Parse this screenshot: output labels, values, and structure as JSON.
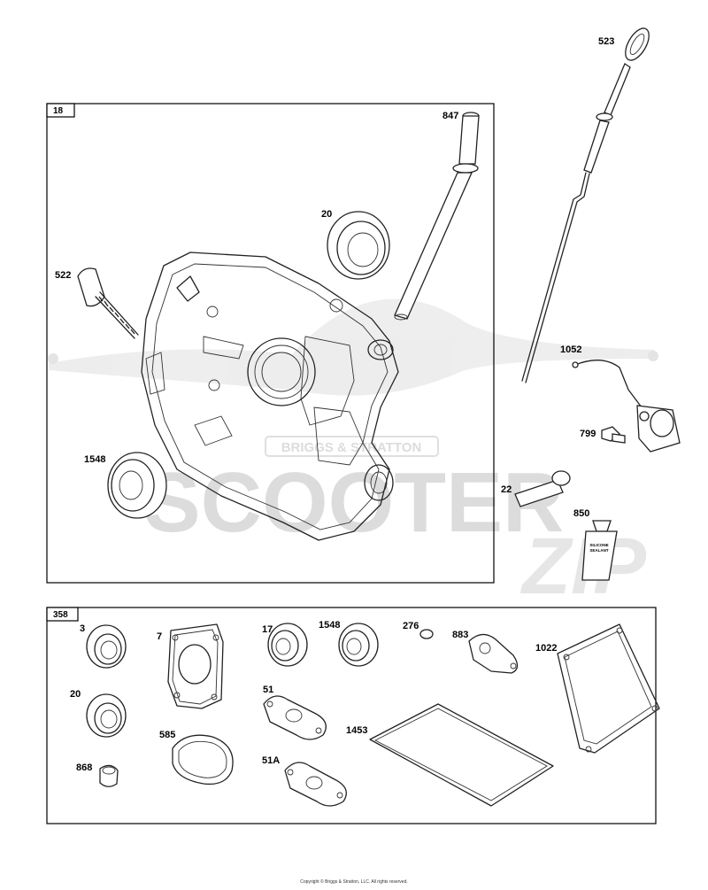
{
  "watermark": {
    "line1": "BRIGGS & STRATTON",
    "line2": "SCOOTER",
    "line3": "ZIP"
  },
  "boxes": {
    "upper": {
      "tag": "18"
    },
    "lower": {
      "tag": "358"
    }
  },
  "labels": {
    "p523": "523",
    "p847": "847",
    "p20_top": "20",
    "p522": "522",
    "p1052": "1052",
    "p799": "799",
    "p1548_top": "1548",
    "p22": "22",
    "p850": "850",
    "p3": "3",
    "p7": "7",
    "p17": "17",
    "p1548_bot": "1548",
    "p276": "276",
    "p883": "883",
    "p1022": "1022",
    "p20_bot": "20",
    "p51": "51",
    "p585": "585",
    "p1453": "1453",
    "p868": "868",
    "p51A": "51A"
  },
  "tube_text": {
    "line1": "SILICONE",
    "line2": "SEALANT"
  },
  "copyright": "Copyright © Briggs & Stratton, LLC. All rights reserved."
}
